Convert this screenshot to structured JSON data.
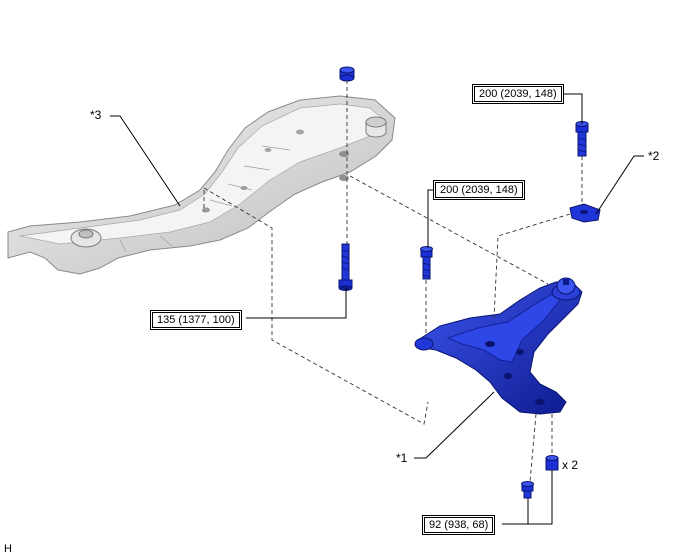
{
  "torque_specs": [
    {
      "id": "a",
      "text": "200 (2039, 148)"
    },
    {
      "id": "b",
      "text": "200 (2039, 148)"
    },
    {
      "id": "c",
      "text": "135 (1377, 100)"
    },
    {
      "id": "d",
      "text": "92 (938, 68)"
    }
  ],
  "callouts": {
    "lower_arm": "*1",
    "bracket": "*2",
    "crossmember": "*3"
  },
  "quantity": "x 2",
  "corner_mark": "H",
  "colors": {
    "part_blue": "#1b2fd6",
    "part_blue_dark": "#0d1a8c",
    "frame_gray": "#dcdcdc",
    "frame_edge": "#8a8a8a"
  }
}
